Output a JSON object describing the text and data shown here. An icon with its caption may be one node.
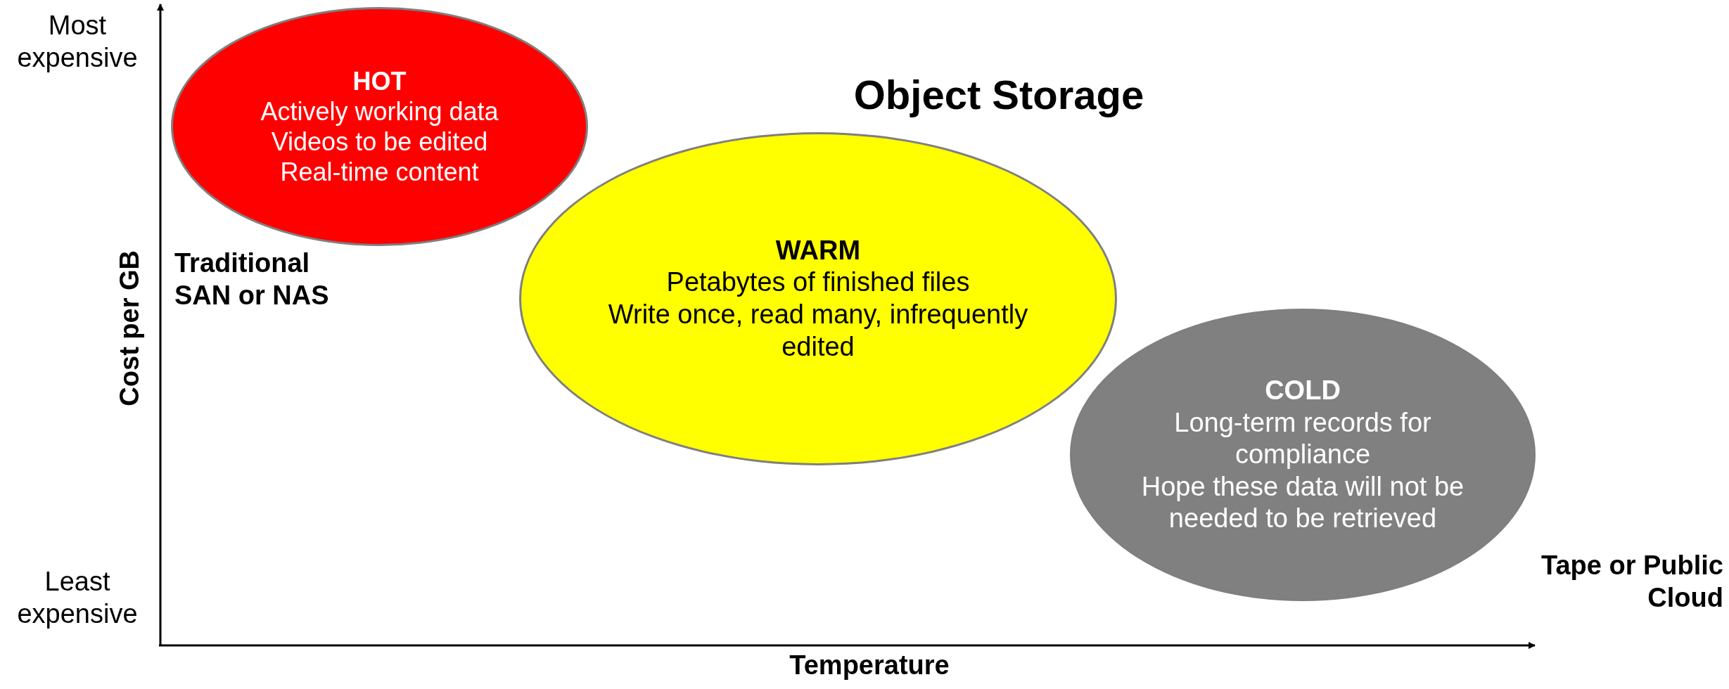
{
  "diagram": {
    "nodes": [
      {
        "text": [
          "HOT",
          "Actively working data",
          "Videos to be edited",
          "Real-time content"
        ]
      },
      {
        "text": [
          "WARM",
          "Petabytes of finished files",
          "Write once, read many, infrequently edited"
        ]
      },
      {
        "text": [
          "COLD",
          "Long-term records for compliance",
          "Hope these data will not be needed to be retrieved"
        ]
      }
    ],
    "edges": [],
    "labels": [
      "Most expensive",
      "Object Storage",
      "Traditional SAN or NAS",
      "Cost per GB",
      "Least expensive",
      "Tape or Public Cloud",
      "Temperature"
    ]
  }
}
